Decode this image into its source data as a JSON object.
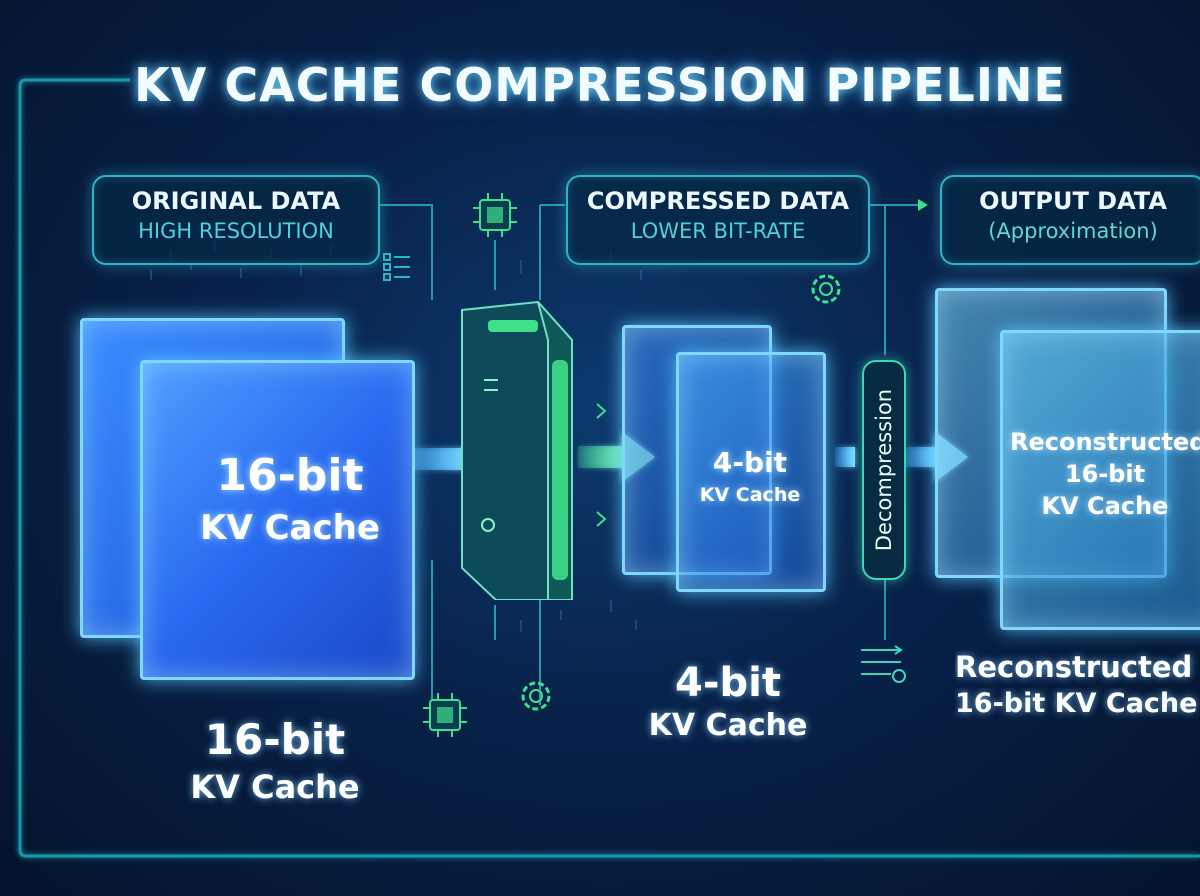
{
  "title": "KV CACHE COMPRESSION PIPELINE",
  "stages": [
    {
      "label": "ORIGINAL DATA",
      "sublabel": "HIGH RESOLUTION",
      "cube_line1": "16-bit",
      "cube_line2": "KV Cache",
      "caption_line1": "16-bit",
      "caption_line2": "KV Cache"
    },
    {
      "label": "COMPRESSED DATA",
      "sublabel": "LOWER BIT-RATE",
      "cube_line1": "4-bit",
      "cube_line2": "KV Cache",
      "caption_line1": "4-bit",
      "caption_line2": "KV Cache"
    },
    {
      "label": "OUTPUT DATA",
      "sublabel": "(Approximation)",
      "cube_line1": "Reconstructed",
      "cube_line2": "16-bit",
      "cube_line3": "KV Cache",
      "caption_line1": "Reconstructed",
      "caption_line2": "16-bit KV Cache"
    }
  ],
  "decompression_label": "Decompression",
  "colors": {
    "accent_cyan": "#2fb3c9",
    "accent_green": "#3fe08a",
    "cube_blue": "#2f7bff",
    "frame": "#1aa6b8"
  },
  "icons": [
    "chip-icon",
    "gear-icon",
    "list-icon",
    "compressor-device-icon",
    "sliders-icon"
  ]
}
